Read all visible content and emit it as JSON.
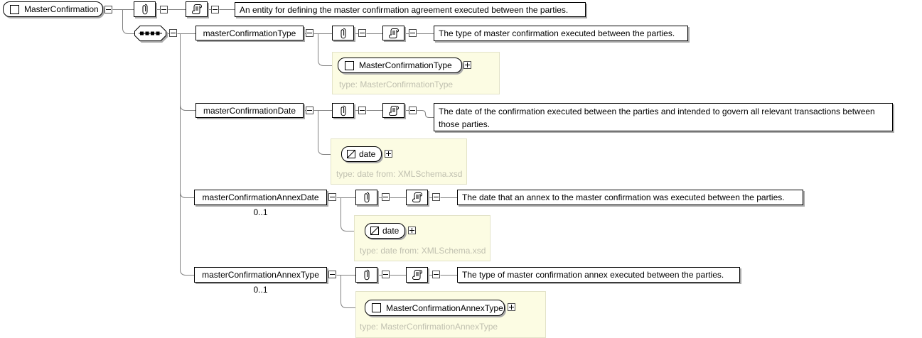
{
  "diagram": {
    "root": {
      "name": "MasterConfirmation",
      "annotation": "An entity for defining the master confirmation agreement executed between the parties."
    },
    "compositor": "sequence",
    "children": [
      {
        "name": "masterConfirmationType",
        "occurrence": "",
        "annotation": "The type of master confirmation executed between the parties.",
        "type_box": {
          "name": "MasterConfirmationType",
          "kind": "complex",
          "type_label": "type: MasterConfirmationType"
        }
      },
      {
        "name": "masterConfirmationDate",
        "occurrence": "",
        "annotation": "The date of the confirmation executed between the parties and intended to govern all relevant transactions between those parties.",
        "type_box": {
          "name": "date",
          "kind": "simple",
          "type_label": "type: date from: XMLSchema.xsd"
        }
      },
      {
        "name": "masterConfirmationAnnexDate",
        "occurrence": "0..1",
        "annotation": "The date that an annex to the master confirmation was executed between the parties.",
        "type_box": {
          "name": "date",
          "kind": "simple",
          "type_label": "type: date from: XMLSchema.xsd"
        }
      },
      {
        "name": "masterConfirmationAnnexType",
        "occurrence": "0..1",
        "annotation": "The type of master confirmation annex executed between the parties.",
        "type_box": {
          "name": "MasterConfirmationAnnexType",
          "kind": "complex",
          "type_label": "type: MasterConfirmationAnnexType"
        }
      }
    ],
    "icons": {
      "attributes": "paperclip-icon",
      "annotation": "scroll-icon",
      "sequence": "sequence-dots-icon",
      "complex_type": "square-icon",
      "simple_type": "diagonal-square-icon"
    },
    "colors": {
      "panel_background": "#fcfce3",
      "type_label_text": "#c0c0b0",
      "connector_line": "#808080",
      "box_border": "#000000",
      "shadow": "#a9a9a9"
    }
  }
}
